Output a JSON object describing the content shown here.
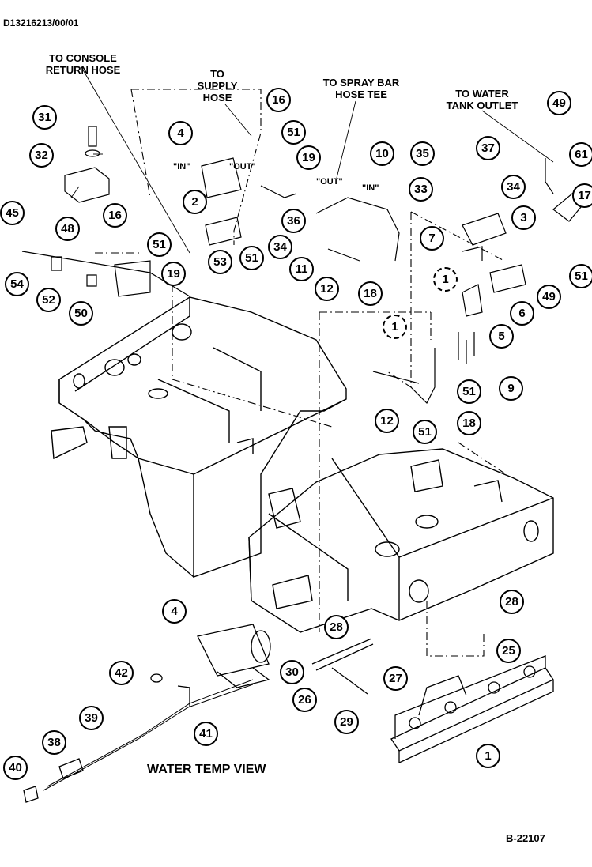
{
  "header": {
    "document_id": "D13216213/00/01"
  },
  "notes": {
    "console_return": "TO CONSOLE\nRETURN HOSE",
    "supply": "TO\nSUPPLY\nHOSE",
    "spray_bar": "TO SPRAY BAR\nHOSE TEE",
    "water_tank": "TO WATER\nTANK OUTLET"
  },
  "port_labels": {
    "in_left": "\"IN\"",
    "out_left": "\"OUT\"",
    "out_right": "\"OUT\"",
    "in_right": "\"IN\""
  },
  "callouts": [
    "31",
    "32",
    "48",
    "45",
    "54",
    "52",
    "50",
    "16",
    "4",
    "2",
    "51",
    "19",
    "53",
    "16",
    "51",
    "36",
    "34",
    "19",
    "51",
    "11",
    "12",
    "10",
    "18",
    "35",
    "33",
    "37",
    "34",
    "3",
    "49",
    "61",
    "17",
    "51",
    "49",
    "7",
    "6",
    "5",
    "9",
    "51",
    "18",
    "1",
    "1",
    "51",
    "12",
    "28",
    "4",
    "42",
    "39",
    "41",
    "38",
    "40",
    "30",
    "28",
    "26",
    "29",
    "27",
    "25",
    "1"
  ],
  "footer": {
    "view_label": "WATER TEMP VIEW",
    "figure_number": "B-22107"
  }
}
